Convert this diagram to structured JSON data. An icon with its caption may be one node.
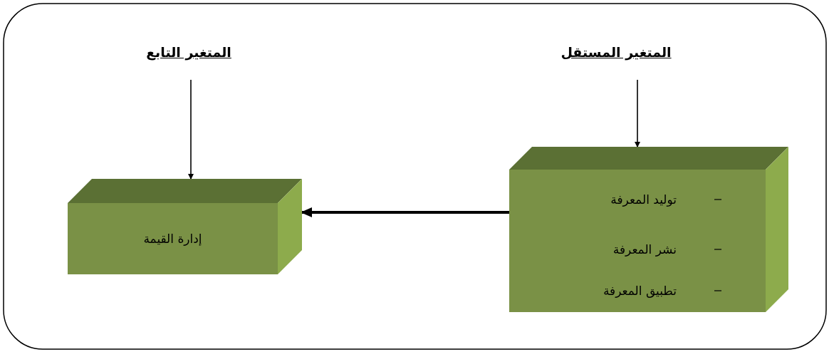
{
  "diagram": {
    "nodes": [
      {
        "text": [
          "المتغير المستقل"
        ]
      },
      {
        "text": [
          "المتغير التابع"
        ]
      },
      {
        "text": [
          "توليد المعرفة",
          "نشر المعرفة",
          "تطبيق المعرفة"
        ]
      },
      {
        "text": [
          "إدارة القيمة"
        ]
      }
    ],
    "edges": [
      {
        "from": 0,
        "to": 2,
        "arrow": "to"
      },
      {
        "from": 1,
        "to": 3,
        "arrow": "to"
      },
      {
        "from": 2,
        "to": 3,
        "arrow": "to",
        "style": "thick"
      }
    ]
  }
}
